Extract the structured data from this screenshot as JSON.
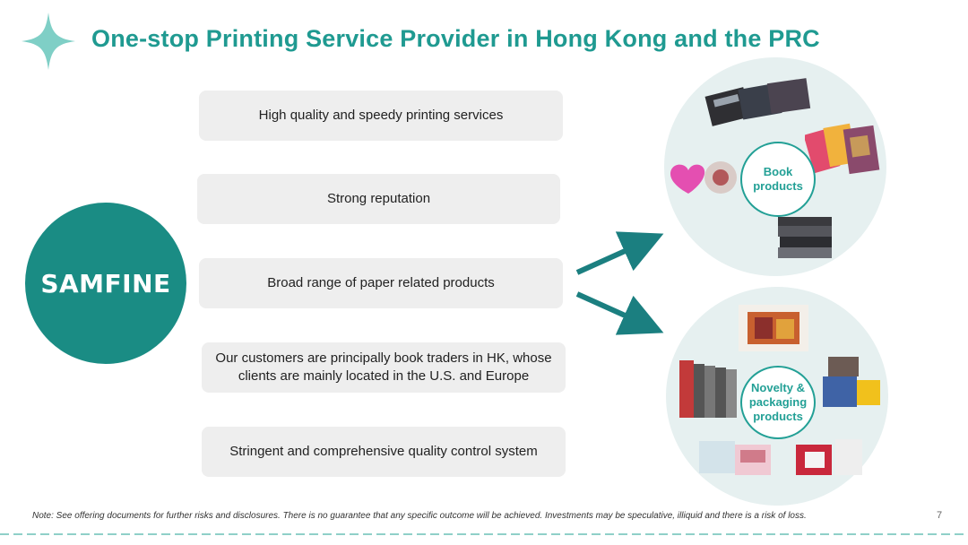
{
  "title": "One-stop Printing Service Provider in Hong Kong and the PRC",
  "logo": {
    "text": "SAMFINE"
  },
  "points": [
    {
      "text": "High quality and speedy printing services"
    },
    {
      "text": "Strong reputation"
    },
    {
      "text": "Broad range of paper related products"
    },
    {
      "text": "Our customers are principally book traders in HK, whose clients are mainly located in the U.S. and Europe"
    },
    {
      "text": "Stringent and comprehensive quality control system"
    }
  ],
  "categories": [
    {
      "label": "Book products"
    },
    {
      "label": "Novelty & packaging products"
    }
  ],
  "note": "Note: See offering documents for further risks and disclosures. There is no guarantee that any specific outcome will be achieved. Investments may be  speculative, illiquid and there is a risk of loss.",
  "page_number": "7",
  "colors": {
    "brand_teal": "#1a8c84",
    "title_teal": "#1f9a91",
    "box_gray": "#eeeeee",
    "circle_bg": "#e6f0f0"
  }
}
